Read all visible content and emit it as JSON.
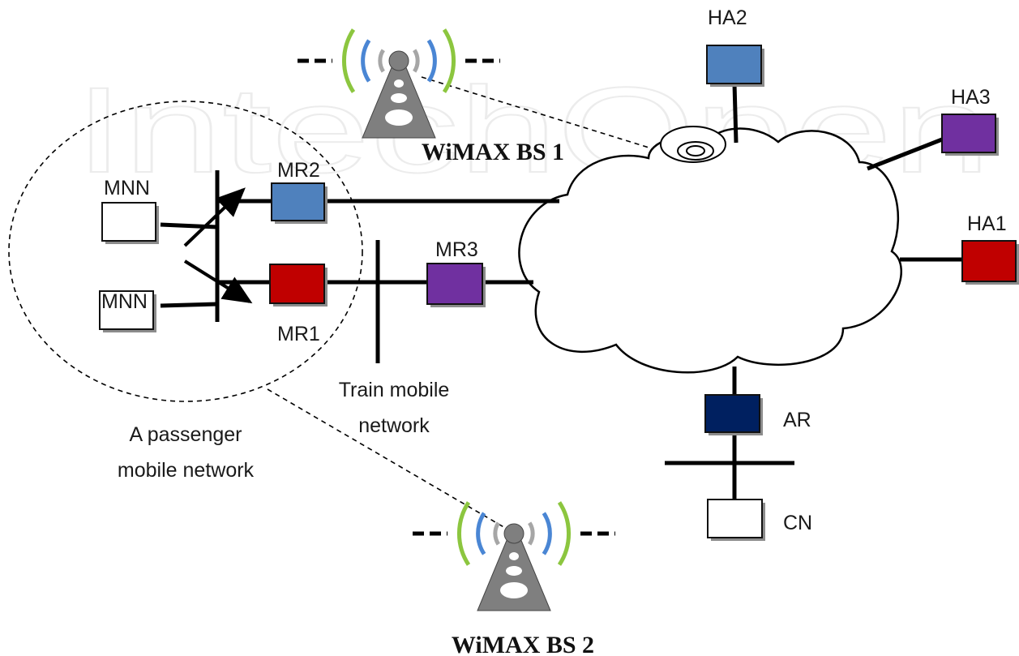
{
  "watermark": "IntechOpen",
  "nodes": {
    "mnn_top": {
      "label": "MNN",
      "color": "#ffffff"
    },
    "mnn_bottom": {
      "label": "MNN",
      "color": "#ffffff"
    },
    "mr2": {
      "label": "MR2",
      "color": "#4f81bd"
    },
    "mr1": {
      "label": "MR1",
      "color": "#c00000"
    },
    "mr3": {
      "label": "MR3",
      "color": "#7030a0"
    },
    "ha2": {
      "label": "HA2",
      "color": "#4f81bd"
    },
    "ha3": {
      "label": "HA3",
      "color": "#7030a0"
    },
    "ha1": {
      "label": "HA1",
      "color": "#c00000"
    },
    "ar": {
      "label": "AR",
      "color": "#002060"
    },
    "cn": {
      "label": "CN",
      "color": "#ffffff"
    }
  },
  "base_stations": {
    "bs1": {
      "label": "WiMAX BS 1"
    },
    "bs2": {
      "label": "WiMAX BS 2"
    }
  },
  "regions": {
    "passenger": {
      "line1": "A passenger",
      "line2": "mobile network"
    },
    "train": {
      "line1": "Train mobile",
      "line2": "network"
    }
  },
  "colors": {
    "tower": "#7f7f7f",
    "wave_inner": "#a6a6a6",
    "wave_middle": "#4a86d4",
    "wave_outer": "#8cc63f"
  }
}
